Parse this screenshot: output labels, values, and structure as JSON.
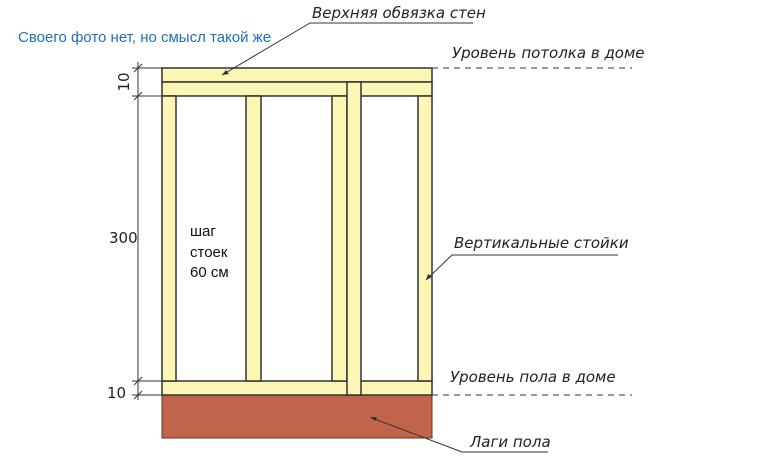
{
  "caption": "Своего фото нет, но смысл такой же",
  "labels": {
    "top_plate": "Верхняя обвязка стен",
    "ceiling_level": "Уровень потолка в доме",
    "studs": "Вертикальные стойки",
    "floor_level": "Уровень пола в доме",
    "floor_joists": "Лаги пола"
  },
  "dimensions": {
    "top": "10",
    "middle": "300",
    "bottom": "10"
  },
  "stud_spacing_note": {
    "line1": "шаг",
    "line2": "стоек",
    "line3": "60 см"
  },
  "colors": {
    "timber_fill": "#fdf7b5",
    "timber_stroke": "#333333",
    "joist_fill": "#c0654a",
    "caption_blue": "#1f6fb8"
  }
}
